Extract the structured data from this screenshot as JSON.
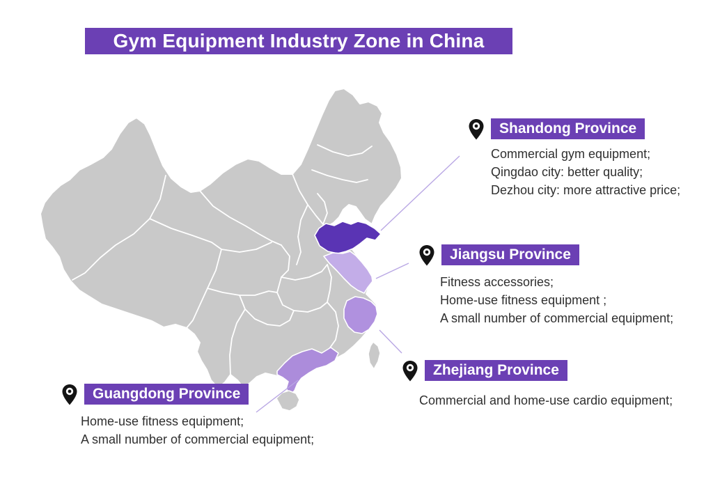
{
  "header": {
    "title": "Gym Equipment Industry Zone in China"
  },
  "colors": {
    "banner_purple": "#6B40B4",
    "map_gray": "#C9C9C9",
    "shandong_fill": "#5A34B4",
    "jiangsu_fill": "#C3ADE8",
    "zhejiang_fill": "#B091DF",
    "guangdong_fill": "#AC8CDB",
    "leader_line": "#B9A7E4",
    "pin_black": "#141414",
    "text_dark": "#2F2F2F"
  },
  "map": {
    "highlighted_provinces": [
      "Shandong",
      "Jiangsu",
      "Zhejiang",
      "Guangdong"
    ]
  },
  "callouts": [
    {
      "province": "Shandong Province",
      "lines": [
        "Commercial gym equipment;",
        "Qingdao city: better quality;",
        "Dezhou city: more attractive price;"
      ]
    },
    {
      "province": "Jiangsu Province",
      "lines": [
        "Fitness accessories;",
        "Home-use fitness equipment ;",
        "A small number of commercial equipment;"
      ]
    },
    {
      "province": "Zhejiang Province",
      "lines": [
        "Commercial and home-use cardio equipment;"
      ]
    },
    {
      "province": "Guangdong Province",
      "lines": [
        "Home-use fitness equipment;",
        "A small number of commercial equipment;"
      ]
    }
  ]
}
